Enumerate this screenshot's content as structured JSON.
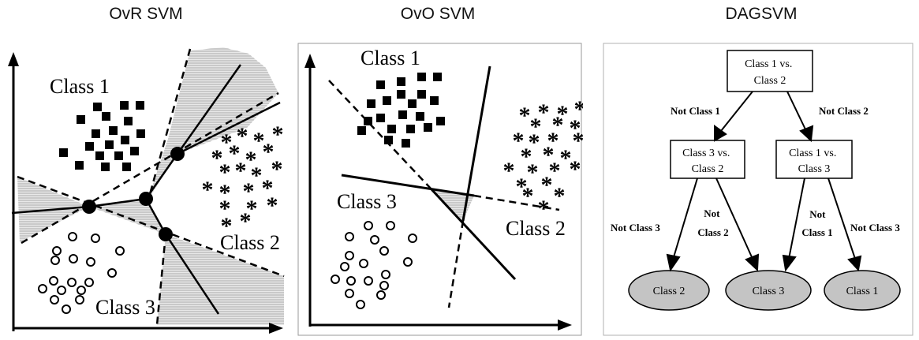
{
  "headings": {
    "ovr": "OvR SVM",
    "ovo": "OvO SVM",
    "dag": "DAGSVM"
  },
  "ovr": {
    "class1": "Class 1",
    "class2": "Class 2",
    "class3": "Class 3"
  },
  "ovo": {
    "class1": "Class 1",
    "class2": "Class 2",
    "class3": "Class 3"
  },
  "dag": {
    "root": [
      "Class 1 vs.",
      "Class 2"
    ],
    "left_node": [
      "Class 3 vs.",
      "Class 2"
    ],
    "right_node": [
      "Class 1 vs.",
      "Class 3"
    ],
    "edge_not1": "Not Class 1",
    "edge_not2": "Not Class 2",
    "edge_ll": "Not Class 3",
    "edge_lr": [
      "Not",
      "Class 2"
    ],
    "edge_rl": [
      "Not",
      "Class 1"
    ],
    "edge_rr": "Not Class 3",
    "leaf1": "Class 2",
    "leaf2": "Class 3",
    "leaf3": "Class 1",
    "leaf_fill": "#c4c4c4"
  },
  "colors": {
    "ink": "#000000",
    "shade": "#bdbdbd"
  }
}
